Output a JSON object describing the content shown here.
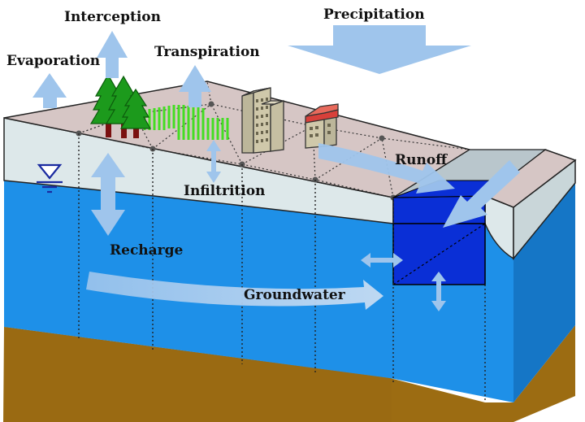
{
  "labels": {
    "precipitation": "Precipitation",
    "interception": "Interception",
    "evaporation": "Evaporation",
    "transpiration": "Transpiration",
    "runoff": "Runoff",
    "infiltration": "Infiltrition",
    "recharge": "Recharge",
    "groundwater": "Groundwater"
  },
  "colors": {
    "arrow": "#9fc5ec",
    "ground_surface": "#d6c6c5",
    "unsaturated_zone": "#dde8ea",
    "saturated_zone": "#1e90e8",
    "bedrock": "#9c6c12",
    "river": "#0a2fd6",
    "tree": "#1c9a1c",
    "crops": "#44dd22",
    "building": "#bcb69a",
    "roof": "#d8403a",
    "water_table_symbol": "#1a2aa0"
  },
  "icons": {
    "water_table": "water-table-icon",
    "forest": "tree-icon",
    "crops": "crop-field-icon",
    "city": "building-icon"
  }
}
